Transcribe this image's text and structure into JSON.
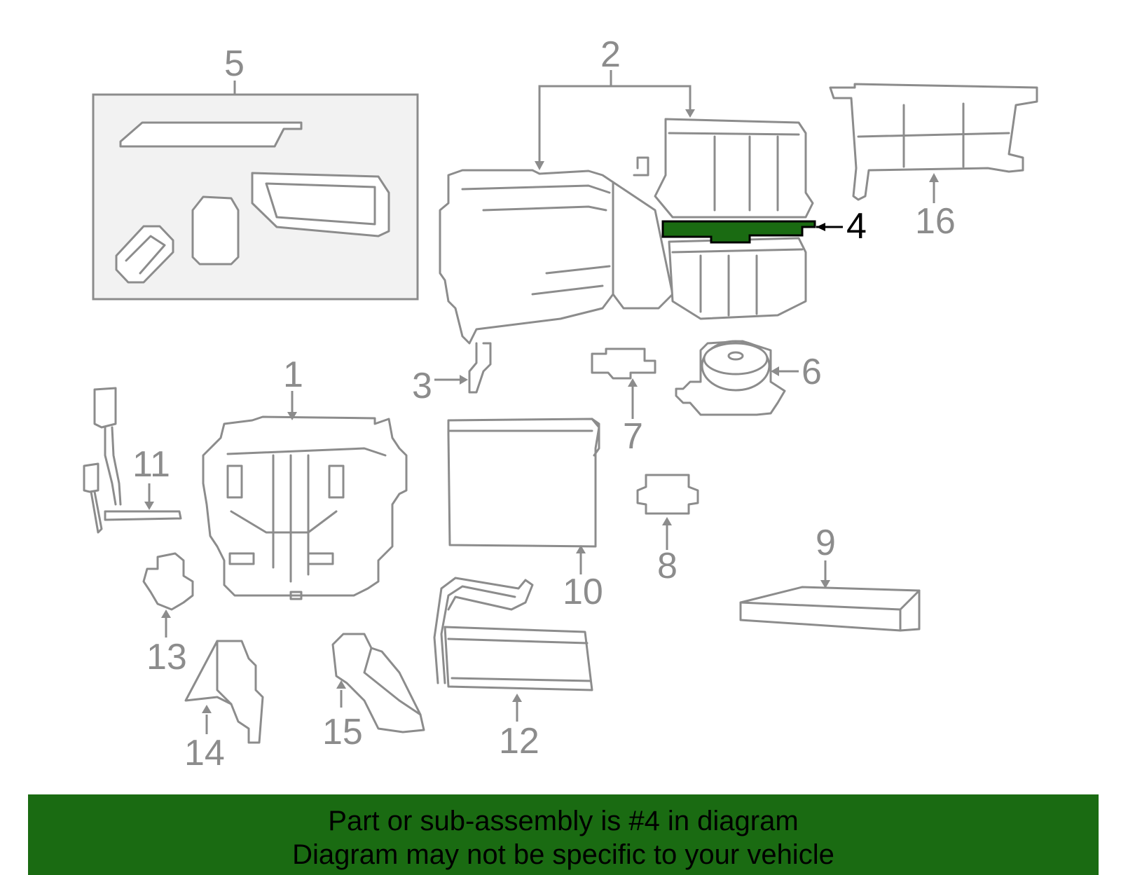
{
  "diagram": {
    "callouts": [
      "1",
      "2",
      "3",
      "4",
      "5",
      "6",
      "7",
      "8",
      "9",
      "10",
      "11",
      "12",
      "13",
      "14",
      "15",
      "16"
    ],
    "highlighted_callout": "4",
    "highlight_color": "#1a6b12",
    "line_color": "#8c8c8c"
  },
  "banner": {
    "line1": "Part or sub-assembly is #4 in diagram",
    "line2": "Diagram may not be specific to your vehicle",
    "background": "#1a6b12"
  }
}
